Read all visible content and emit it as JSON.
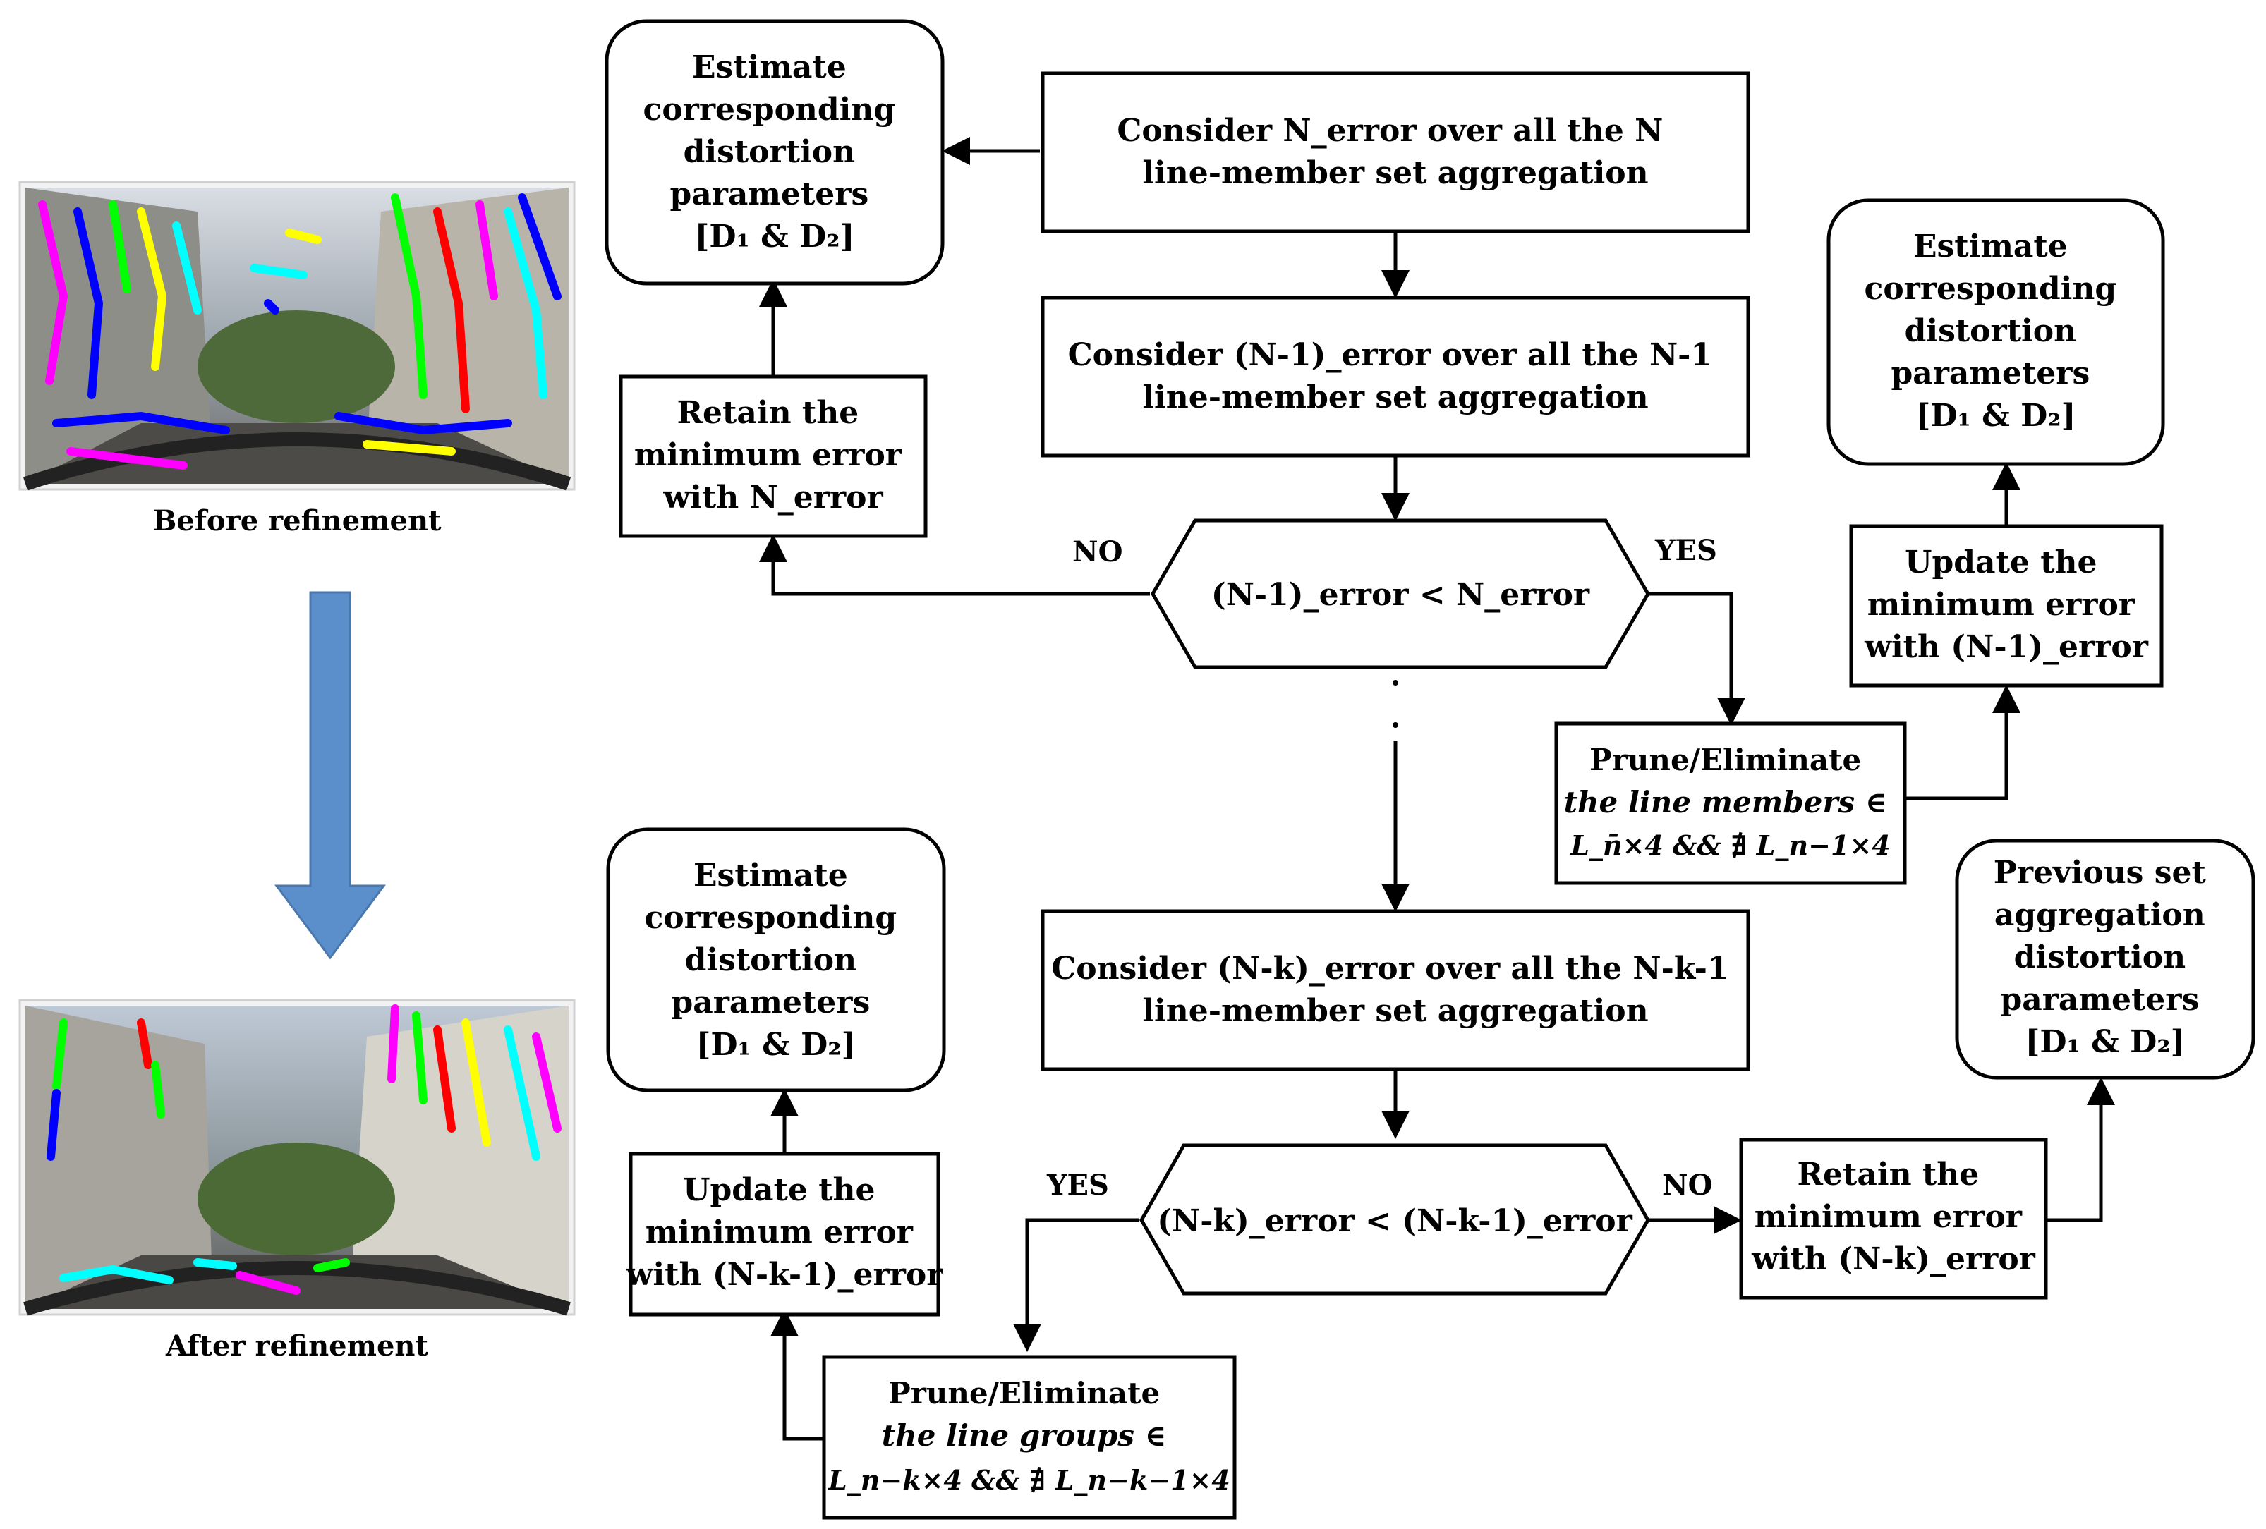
{
  "images": {
    "before_caption": "Before refinement",
    "after_caption": "After refinement"
  },
  "colors": {
    "arrow_blue": "#5B8FCB",
    "line_palette": [
      "#00ff00",
      "#0000ff",
      "#ff00ff",
      "#ffff00",
      "#00ffff",
      "#ff0000"
    ]
  },
  "nodes": {
    "est1": [
      "Estimate",
      "corresponding",
      "distortion",
      "parameters",
      "[D₁ & D₂]"
    ],
    "consider_n": [
      "Consider N_error over all the N",
      "line-member set aggregation"
    ],
    "consider_n1": [
      "Consider (N-1)_error over all the N-1",
      "line-member set aggregation"
    ],
    "retain1": [
      "Retain the",
      "minimum error",
      "with N_error"
    ],
    "decision1": "(N-1)_error < N_error",
    "est2": [
      "Estimate",
      "corresponding",
      "distortion",
      "parameters",
      "[D₁ & D₂]"
    ],
    "update1": [
      "Update the",
      "minimum error",
      "with (N-1)_error"
    ],
    "prune1": [
      "Prune/Eliminate",
      "the line members ∈",
      "L_n̄×4 && ∄ L_n−1×4"
    ],
    "est3": [
      "Estimate",
      "corresponding",
      "distortion",
      "parameters",
      "[D₁ & D₂]"
    ],
    "consider_nk": [
      "Consider (N-k)_error over all the N-k-1",
      "line-member set aggregation"
    ],
    "previous": [
      "Previous set",
      "aggregation",
      "distortion",
      "parameters",
      "[D₁ & D₂]"
    ],
    "decision2": "(N-k)_error < (N-k-1)_error",
    "update2": [
      "Update the",
      "minimum error",
      "with (N-k-1)_error"
    ],
    "retain2": [
      "Retain the",
      "minimum error",
      "with (N-k)_error"
    ],
    "prune2": [
      "Prune/Eliminate",
      "the line groups ∈",
      "L_n−k×4 && ∄ L_n−k−1×4"
    ]
  },
  "edge_labels": {
    "no1": "NO",
    "yes1": "YES",
    "yes2": "YES",
    "no2": "NO"
  }
}
